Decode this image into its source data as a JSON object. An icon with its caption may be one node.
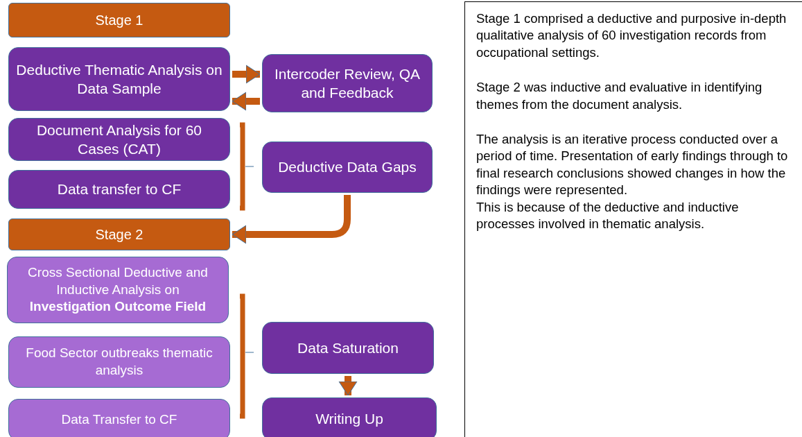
{
  "diagram": {
    "nodes": [
      {
        "text": [
          "Stage 1"
        ]
      },
      {
        "text": [
          "Deductive Thematic Analysis on Data Sample"
        ]
      },
      {
        "text": [
          "Intercoder Review, QA and Feedback"
        ]
      },
      {
        "text": [
          "Document Analysis for 60 Cases (CAT)"
        ]
      },
      {
        "text": [
          "Data transfer to CF"
        ]
      },
      {
        "text": [
          "Deductive Data Gaps"
        ]
      },
      {
        "text": [
          "Stage 2"
        ]
      },
      {
        "text": [
          "Cross Sectional Deductive and Inductive Analysis on **Investigation Outcome Field**"
        ]
      },
      {
        "text": [
          "Food Sector outbreaks thematic analysis"
        ]
      },
      {
        "text": [
          "Data Transfer to CF"
        ]
      },
      {
        "text": [
          "Data Saturation"
        ]
      },
      {
        "text": [
          "Writing Up"
        ]
      },
      {
        "text": [
          "Stage 1 comprised a deductive and purposive in-depth qualitative analysis of 60 investigation records from occupational settings.",
          "Stage 2 was inductive and evaluative in identifying themes from the document analysis.",
          "The analysis is an iterative process conducted over a period of time. Presentation of early findings through to final research conclusions showed changes in how the findings were represented.",
          "This is because of the deductive and inductive processes involved in thematic analysis."
        ]
      }
    ],
    "edges": [
      {
        "from": 1,
        "to": 2,
        "arrow": "to"
      },
      {
        "from": 2,
        "to": 1,
        "arrow": "to"
      },
      {
        "from": 5,
        "to": 6,
        "arrow": "to"
      },
      {
        "from": 10,
        "to": 11,
        "arrow": "to"
      }
    ]
  }
}
